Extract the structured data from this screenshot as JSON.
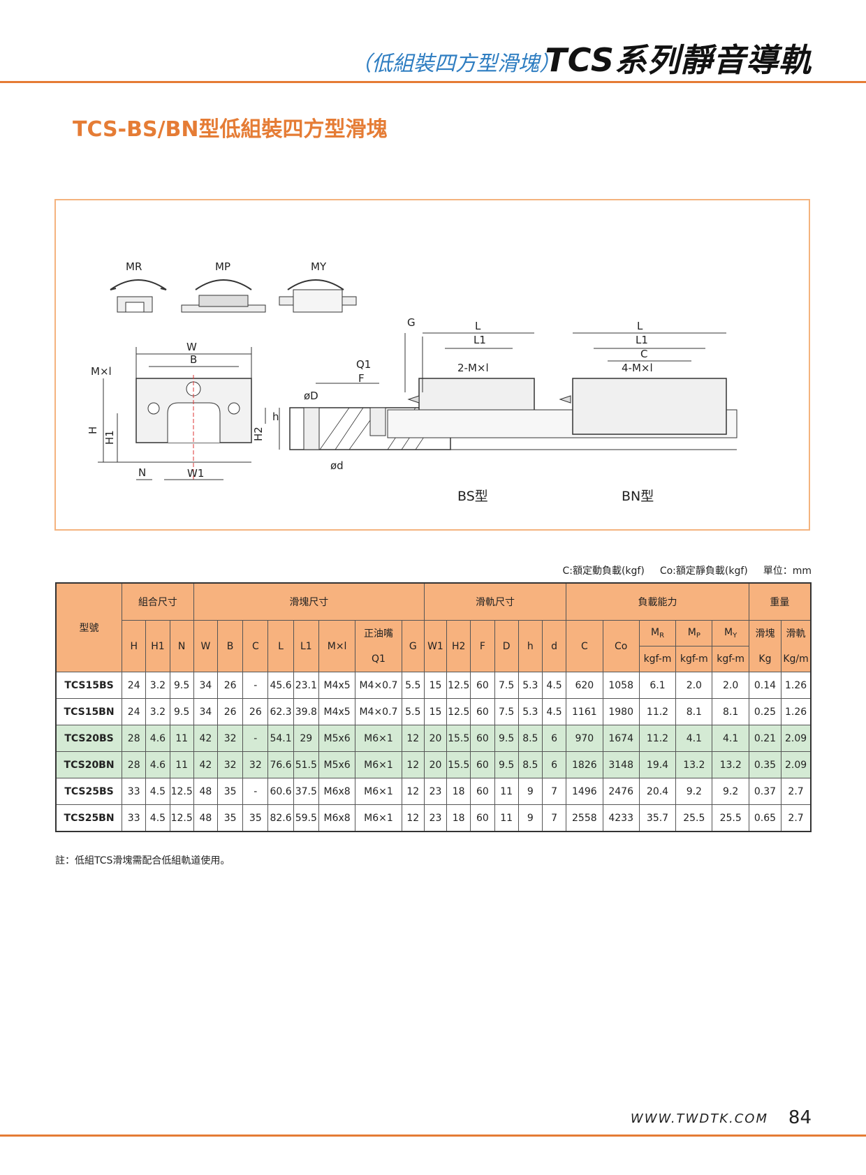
{
  "header": {
    "subtitle": "（低組裝四方型滑塊）",
    "title": "TCS系列靜音導軌"
  },
  "section_title": "TCS-BS/BN型低組裝四方型滑塊",
  "figure": {
    "moment_labels": [
      "MR",
      "MP",
      "MY"
    ],
    "dims": {
      "mxl": "M×l",
      "W": "W",
      "B": "B",
      "H": "H",
      "H1": "H1",
      "N": "N",
      "W1": "W1",
      "G": "G",
      "L": "L",
      "L1": "L1",
      "C": "C",
      "Q1": "Q1",
      "F": "F",
      "D": "øD",
      "h": "h",
      "H2": "H2",
      "d": "ød",
      "two_mxl": "2-M×l",
      "four_mxl": "4-M×l"
    },
    "bs_label": "BS型",
    "bn_label": "BN型"
  },
  "units_note": {
    "c": "C:額定動負載(kgf)",
    "co": "Co:額定靜負載(kgf)",
    "unit": "單位：mm"
  },
  "table": {
    "group_headers": {
      "model": "型號",
      "assembly": "組合尺寸",
      "block": "滑塊尺寸",
      "rail": "滑軌尺寸",
      "load": "負載能力",
      "weight": "重量"
    },
    "col_headers": {
      "H": "H",
      "H1": "H1",
      "N": "N",
      "W": "W",
      "B": "B",
      "C": "C",
      "L": "L",
      "L1": "L1",
      "Mxl": "M×l",
      "grease_top": "正油嘴",
      "grease_bottom": "Q1",
      "G": "G",
      "W1": "W1",
      "H2": "H2",
      "F": "F",
      "D": "D",
      "h": "h",
      "d": "d",
      "Cdyn": "C",
      "Co": "Co",
      "MR": "MR",
      "MP": "MP",
      "MY": "MY",
      "kgfm": "kgf-m",
      "block_w": "滑塊",
      "rail_w": "滑軌",
      "kg": "Kg",
      "kgm": "Kg/m"
    },
    "rows": [
      {
        "model": "TCS15BS",
        "H": "24",
        "H1": "3.2",
        "N": "9.5",
        "W": "34",
        "B": "26",
        "C": "-",
        "L": "45.6",
        "L1": "23.1",
        "Mxl": "M4x5",
        "Q1": "M4×0.7",
        "G": "5.5",
        "W1": "15",
        "H2": "12.5",
        "F": "60",
        "D": "7.5",
        "h": "5.3",
        "d": "4.5",
        "Cdyn": "620",
        "Co": "1058",
        "MR": "6.1",
        "MP": "2.0",
        "MY": "2.0",
        "kg": "0.14",
        "kgm": "1.26",
        "green": false
      },
      {
        "model": "TCS15BN",
        "H": "24",
        "H1": "3.2",
        "N": "9.5",
        "W": "34",
        "B": "26",
        "C": "26",
        "L": "62.3",
        "L1": "39.8",
        "Mxl": "M4x5",
        "Q1": "M4×0.7",
        "G": "5.5",
        "W1": "15",
        "H2": "12.5",
        "F": "60",
        "D": "7.5",
        "h": "5.3",
        "d": "4.5",
        "Cdyn": "1161",
        "Co": "1980",
        "MR": "11.2",
        "MP": "8.1",
        "MY": "8.1",
        "kg": "0.25",
        "kgm": "1.26",
        "green": false
      },
      {
        "model": "TCS20BS",
        "H": "28",
        "H1": "4.6",
        "N": "11",
        "W": "42",
        "B": "32",
        "C": "-",
        "L": "54.1",
        "L1": "29",
        "Mxl": "M5x6",
        "Q1": "M6×1",
        "G": "12",
        "W1": "20",
        "H2": "15.5",
        "F": "60",
        "D": "9.5",
        "h": "8.5",
        "d": "6",
        "Cdyn": "970",
        "Co": "1674",
        "MR": "11.2",
        "MP": "4.1",
        "MY": "4.1",
        "kg": "0.21",
        "kgm": "2.09",
        "green": true
      },
      {
        "model": "TCS20BN",
        "H": "28",
        "H1": "4.6",
        "N": "11",
        "W": "42",
        "B": "32",
        "C": "32",
        "L": "76.6",
        "L1": "51.5",
        "Mxl": "M5x6",
        "Q1": "M6×1",
        "G": "12",
        "W1": "20",
        "H2": "15.5",
        "F": "60",
        "D": "9.5",
        "h": "8.5",
        "d": "6",
        "Cdyn": "1826",
        "Co": "3148",
        "MR": "19.4",
        "MP": "13.2",
        "MY": "13.2",
        "kg": "0.35",
        "kgm": "2.09",
        "green": true
      },
      {
        "model": "TCS25BS",
        "H": "33",
        "H1": "4.5",
        "N": "12.5",
        "W": "48",
        "B": "35",
        "C": "-",
        "L": "60.6",
        "L1": "37.5",
        "Mxl": "M6x8",
        "Q1": "M6×1",
        "G": "12",
        "W1": "23",
        "H2": "18",
        "F": "60",
        "D": "11",
        "h": "9",
        "d": "7",
        "Cdyn": "1496",
        "Co": "2476",
        "MR": "20.4",
        "MP": "9.2",
        "MY": "9.2",
        "kg": "0.37",
        "kgm": "2.7",
        "green": false
      },
      {
        "model": "TCS25BN",
        "H": "33",
        "H1": "4.5",
        "N": "12.5",
        "W": "48",
        "B": "35",
        "C": "35",
        "L": "82.6",
        "L1": "59.5",
        "Mxl": "M6x8",
        "Q1": "M6×1",
        "G": "12",
        "W1": "23",
        "H2": "18",
        "F": "60",
        "D": "11",
        "h": "9",
        "d": "7",
        "Cdyn": "2558",
        "Co": "4233",
        "MR": "35.7",
        "MP": "25.5",
        "MY": "25.5",
        "kg": "0.65",
        "kgm": "2.7",
        "green": false
      }
    ]
  },
  "note": "註：低組TCS滑塊需配合低組軌道使用。",
  "footer": {
    "url": "WWW.TWDTK.COM",
    "page": "84"
  },
  "colors": {
    "accent": "#e57c35",
    "header_fill": "#f7b27e",
    "row_green": "#d4ead4",
    "subtitle_blue": "#2e7dc1"
  }
}
